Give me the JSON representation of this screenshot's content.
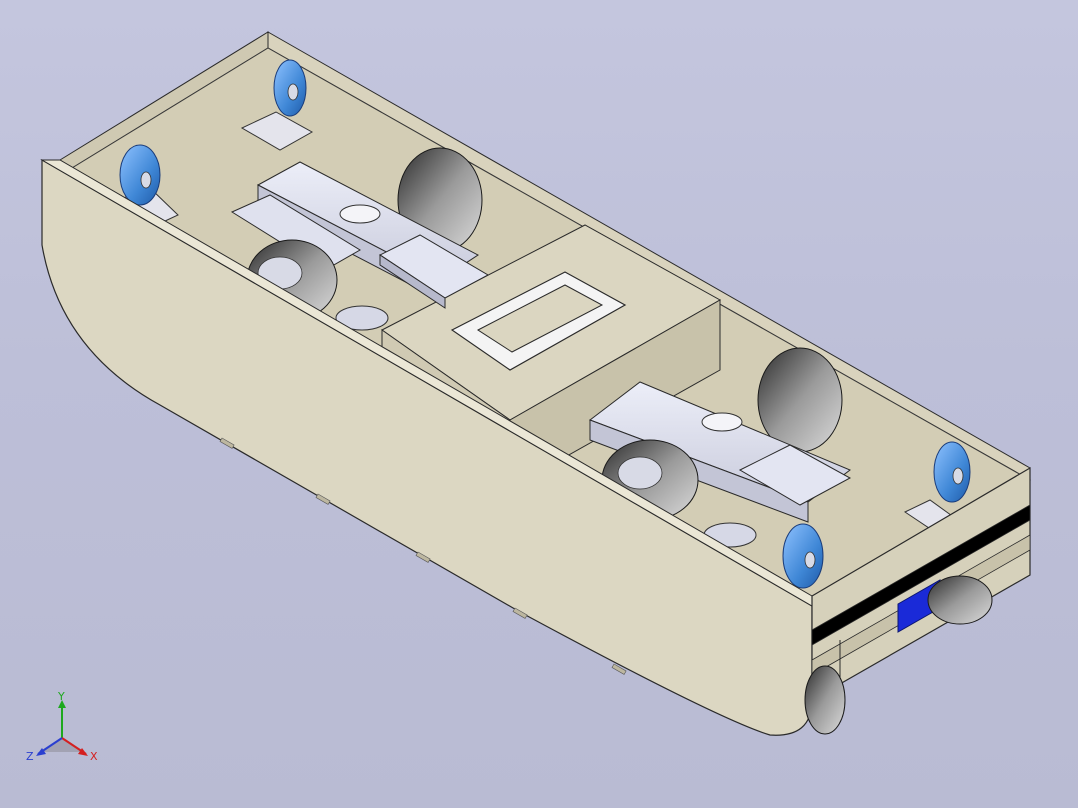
{
  "triad": {
    "x_label": "X",
    "y_label": "Y",
    "z_label": "Z",
    "x_color": "#d42020",
    "y_color": "#1ea81e",
    "z_color": "#2a3fd0"
  },
  "colors": {
    "background": "#bfc1da",
    "chassis": "#dcd7c2",
    "chassis_shade": "#c9c3aa",
    "module_body": "#d8dae8",
    "wheel_tire": "#5e5e5e",
    "caster_wheel": "#3f87d6",
    "panel_blue": "#1a2ad8"
  },
  "icons": [
    "axis-triad-icon"
  ]
}
